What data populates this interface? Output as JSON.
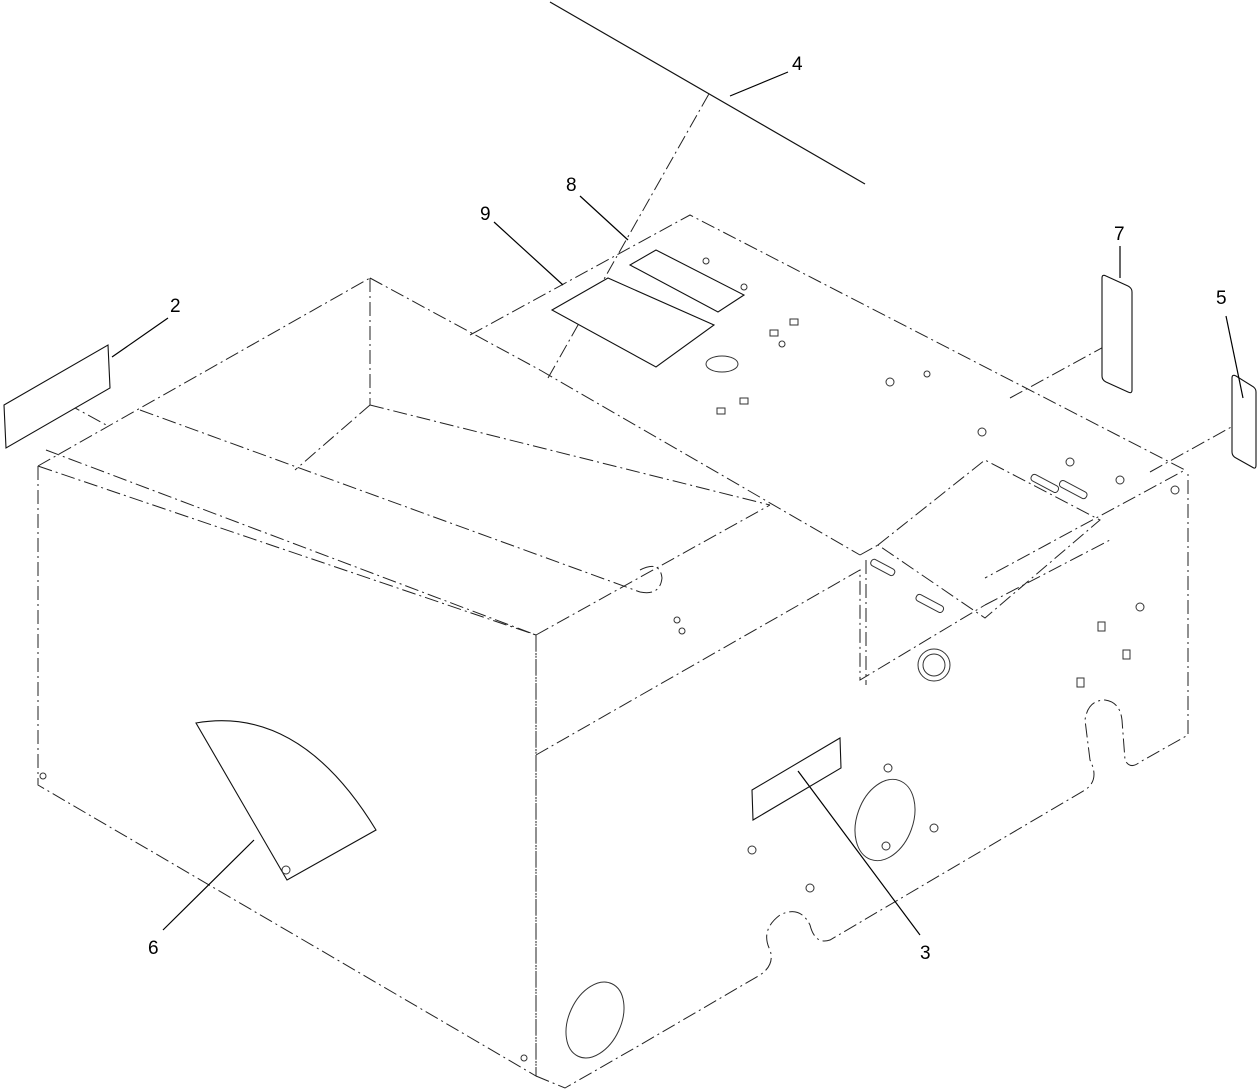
{
  "diagram": {
    "callouts": [
      {
        "id": "c2",
        "label": "2"
      },
      {
        "id": "c3",
        "label": "3"
      },
      {
        "id": "c4",
        "label": "4"
      },
      {
        "id": "c5",
        "label": "5"
      },
      {
        "id": "c6",
        "label": "6"
      },
      {
        "id": "c7",
        "label": "7"
      },
      {
        "id": "c8",
        "label": "8"
      },
      {
        "id": "c9",
        "label": "9"
      }
    ]
  }
}
